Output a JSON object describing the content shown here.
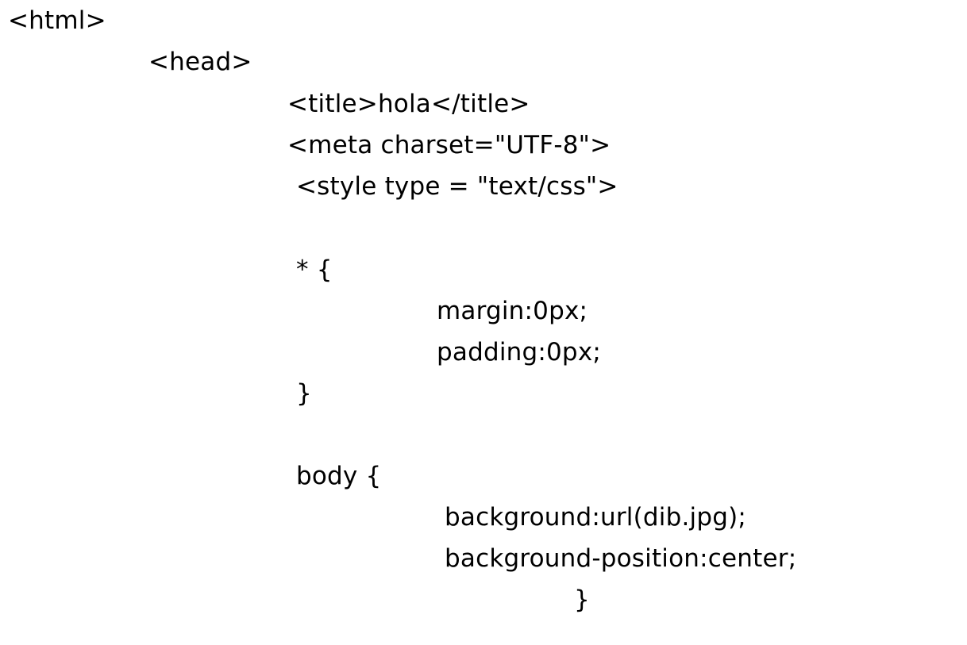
{
  "code_lines": [
    "<html>",
    "<head>",
    "<title>hola</title>",
    "<meta charset=\"UTF-8\">",
    "<style type = \"text/css\">",
    "* {",
    "margin:0px;",
    "padding:0px;",
    "}",
    "body {",
    "background:url(dib.jpg);",
    "background-position:center;",
    "}"
  ]
}
